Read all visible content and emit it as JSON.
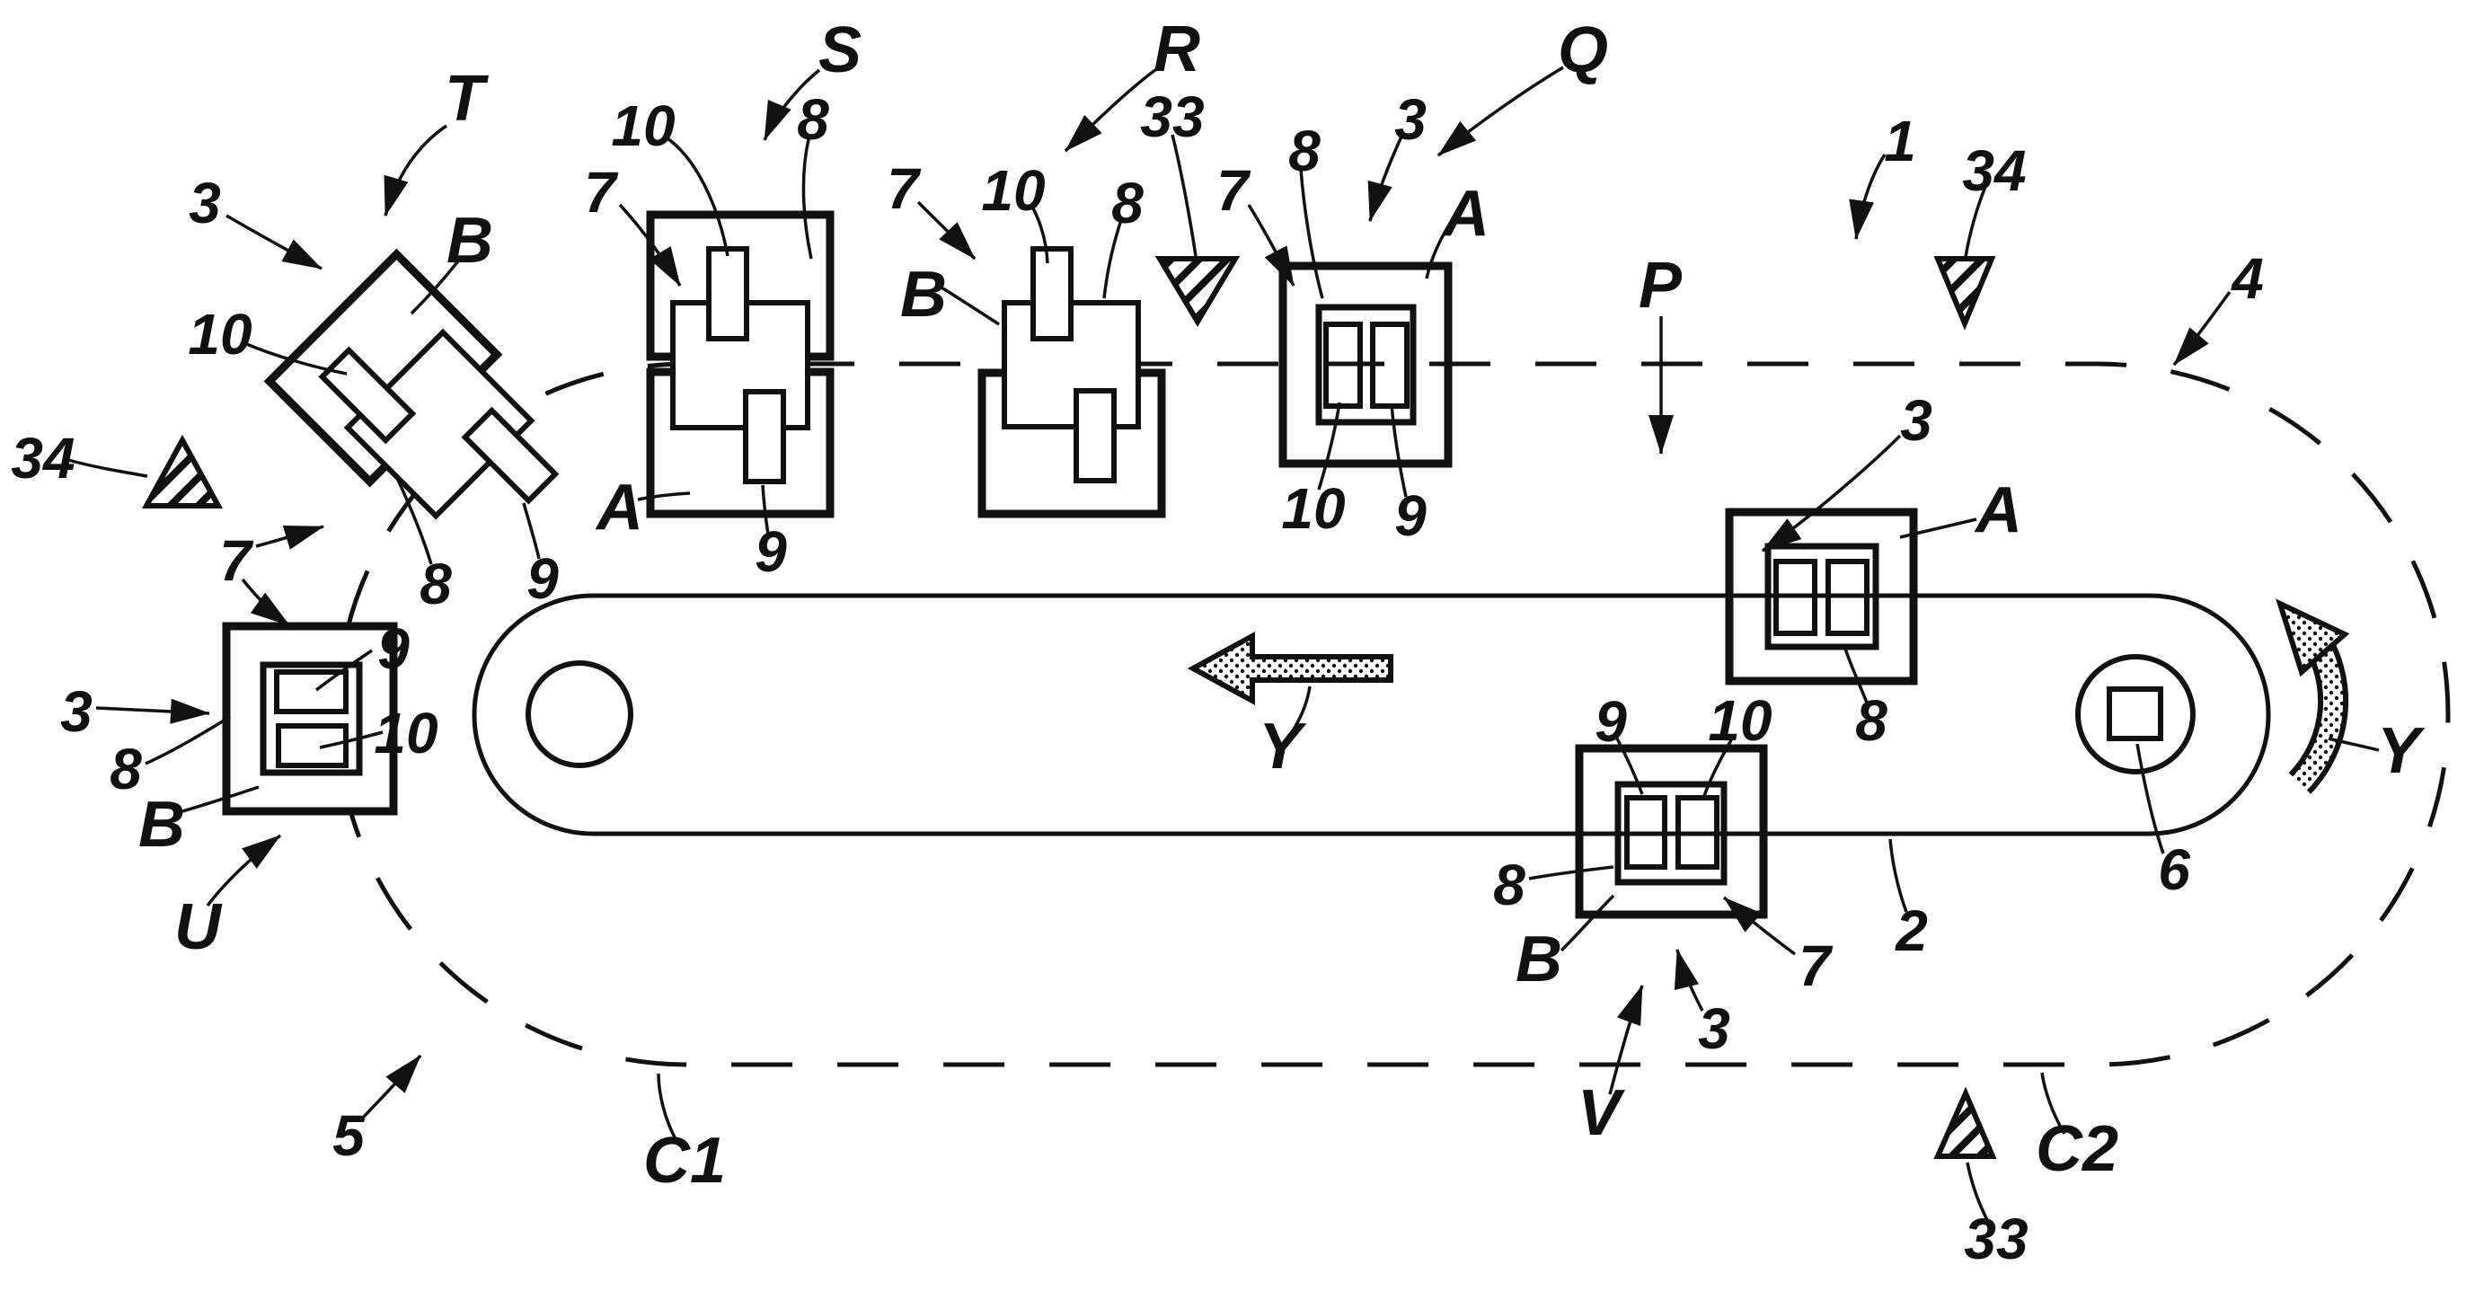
{
  "figure": {
    "kind": "patent-conveyor-diagram",
    "colors": {
      "ink": "#111111",
      "background": "#ffffff"
    },
    "stations": {
      "t": "T",
      "s": "S",
      "r": "R",
      "q": "Q",
      "p": "P",
      "u": "U",
      "v": "V"
    },
    "parts": {
      "a": "A",
      "b": "B"
    },
    "direction": {
      "y": "Y"
    },
    "curves": {
      "c1": "C1",
      "c2": "C2"
    },
    "refs": {
      "r1": "1",
      "r2": "2",
      "r3": "3",
      "r4": "4",
      "r5": "5",
      "r6": "6",
      "r7": "7",
      "r8": "8",
      "r9": "9",
      "r10": "10",
      "r33": "33",
      "r34": "34"
    }
  }
}
